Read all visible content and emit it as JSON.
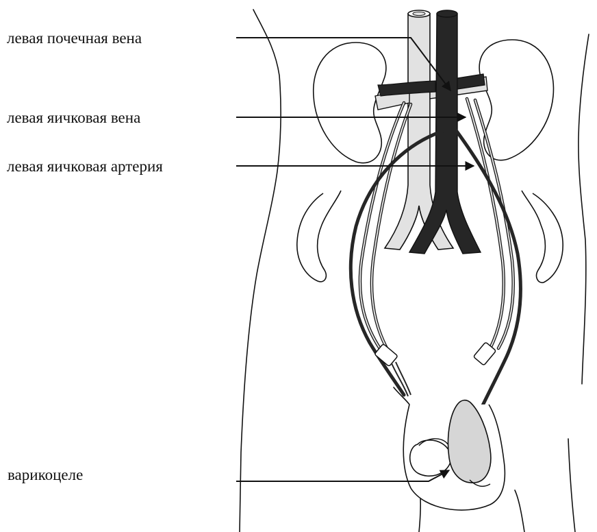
{
  "labels": {
    "left_renal_vein": "левая почечная вена",
    "left_testicular_vein": "левая яичковая вена",
    "left_testicular_artery": "левая яичковая артерия",
    "varicocele": "варикоцеле"
  },
  "colors": {
    "outline": "#111111",
    "vein_dark": "#262626",
    "vessel_light": "#e2e2e2",
    "varicocele_fill": "#d6d6d6",
    "background": "#ffffff"
  }
}
